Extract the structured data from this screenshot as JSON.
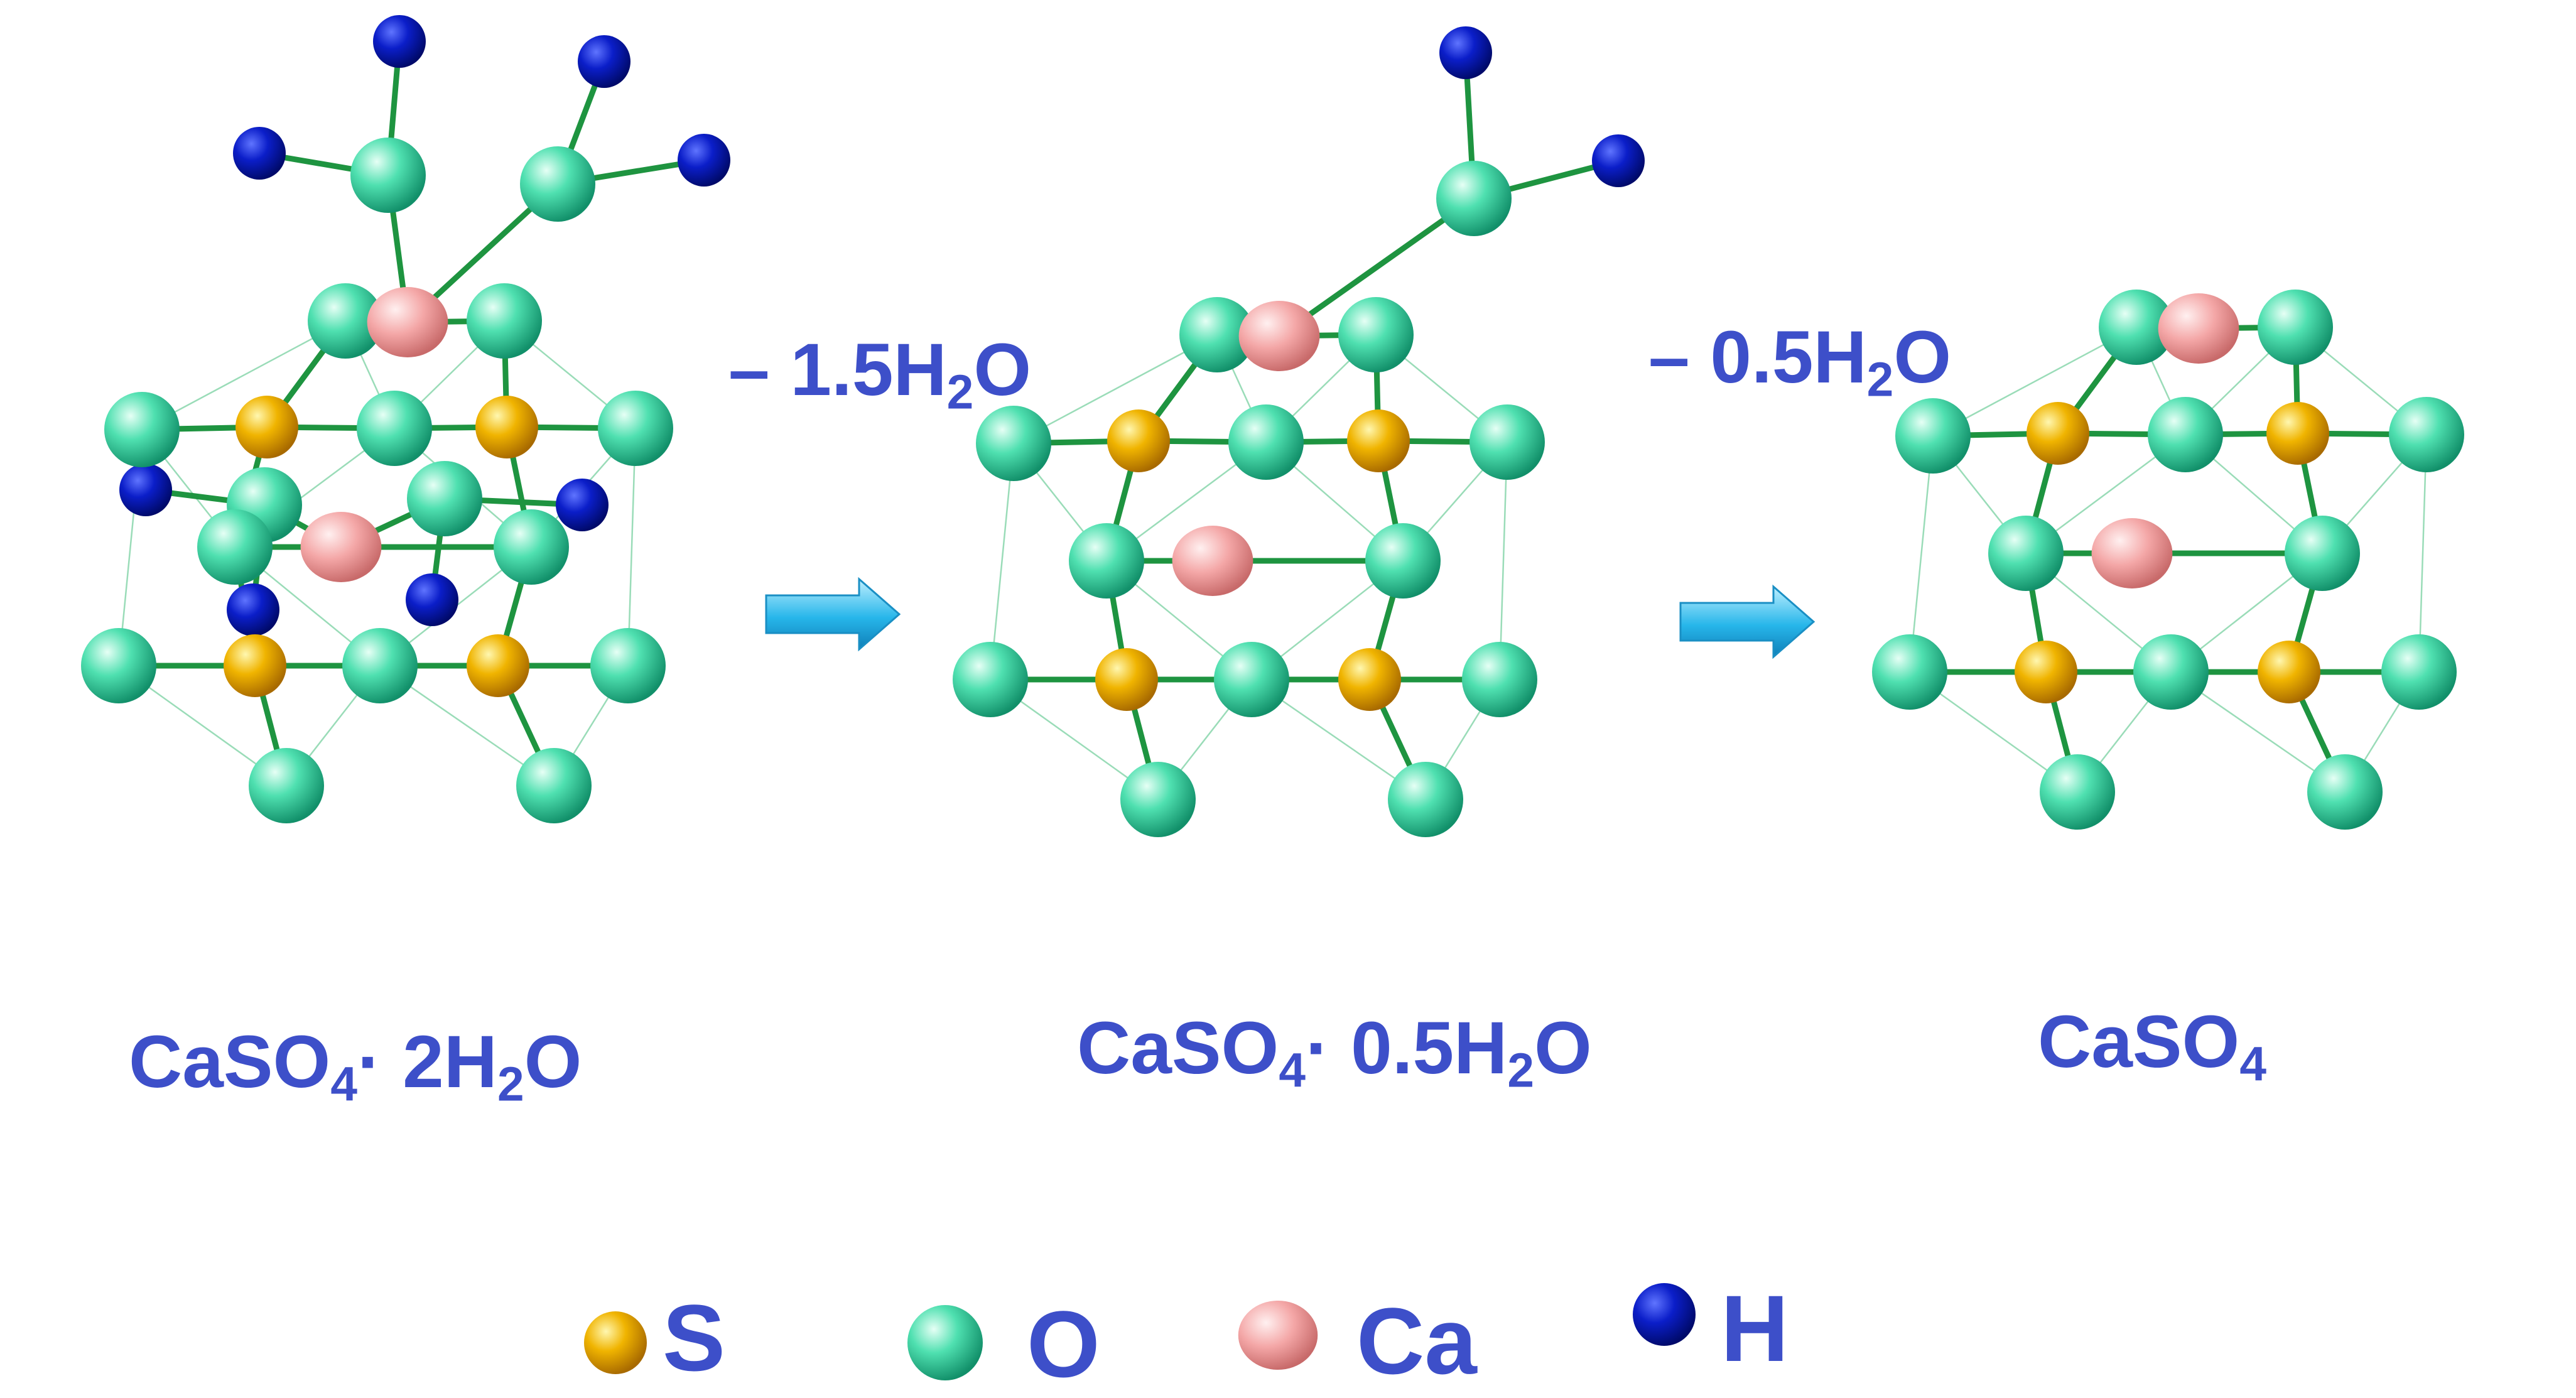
{
  "colors": {
    "sulfur": "#f0b400",
    "oxygen": "#4fe0b0",
    "calcium": "#f4a7a7",
    "hydrogen": "#0b1ec9",
    "bond": "#1e9440",
    "text": "#3d4fc9",
    "arrow": "#27b6ea"
  },
  "structures": [
    {
      "formula_base": "CaSO",
      "formula_sub": "4",
      "dot": "·",
      "water_coeff": "2H",
      "water_sub": "2",
      "water_end": "O"
    },
    {
      "formula_base": "CaSO",
      "formula_sub": "4",
      "dot": "·",
      "water_coeff": "0.5H",
      "water_sub": "2",
      "water_end": "O"
    },
    {
      "formula_base": "CaSO",
      "formula_sub": "4"
    }
  ],
  "steps": [
    {
      "prefix": "– 1.5H",
      "sub": "2",
      "suffix": "O",
      "arrow_icon": "right-arrow-icon"
    },
    {
      "prefix": "– 0.5H",
      "sub": "2",
      "suffix": "O",
      "arrow_icon": "right-arrow-icon"
    }
  ],
  "legend": [
    {
      "symbol": "S",
      "element": "sulfur"
    },
    {
      "symbol": "O",
      "element": "oxygen"
    },
    {
      "symbol": "Ca",
      "element": "calcium"
    },
    {
      "symbol": "H",
      "element": "hydrogen"
    }
  ]
}
